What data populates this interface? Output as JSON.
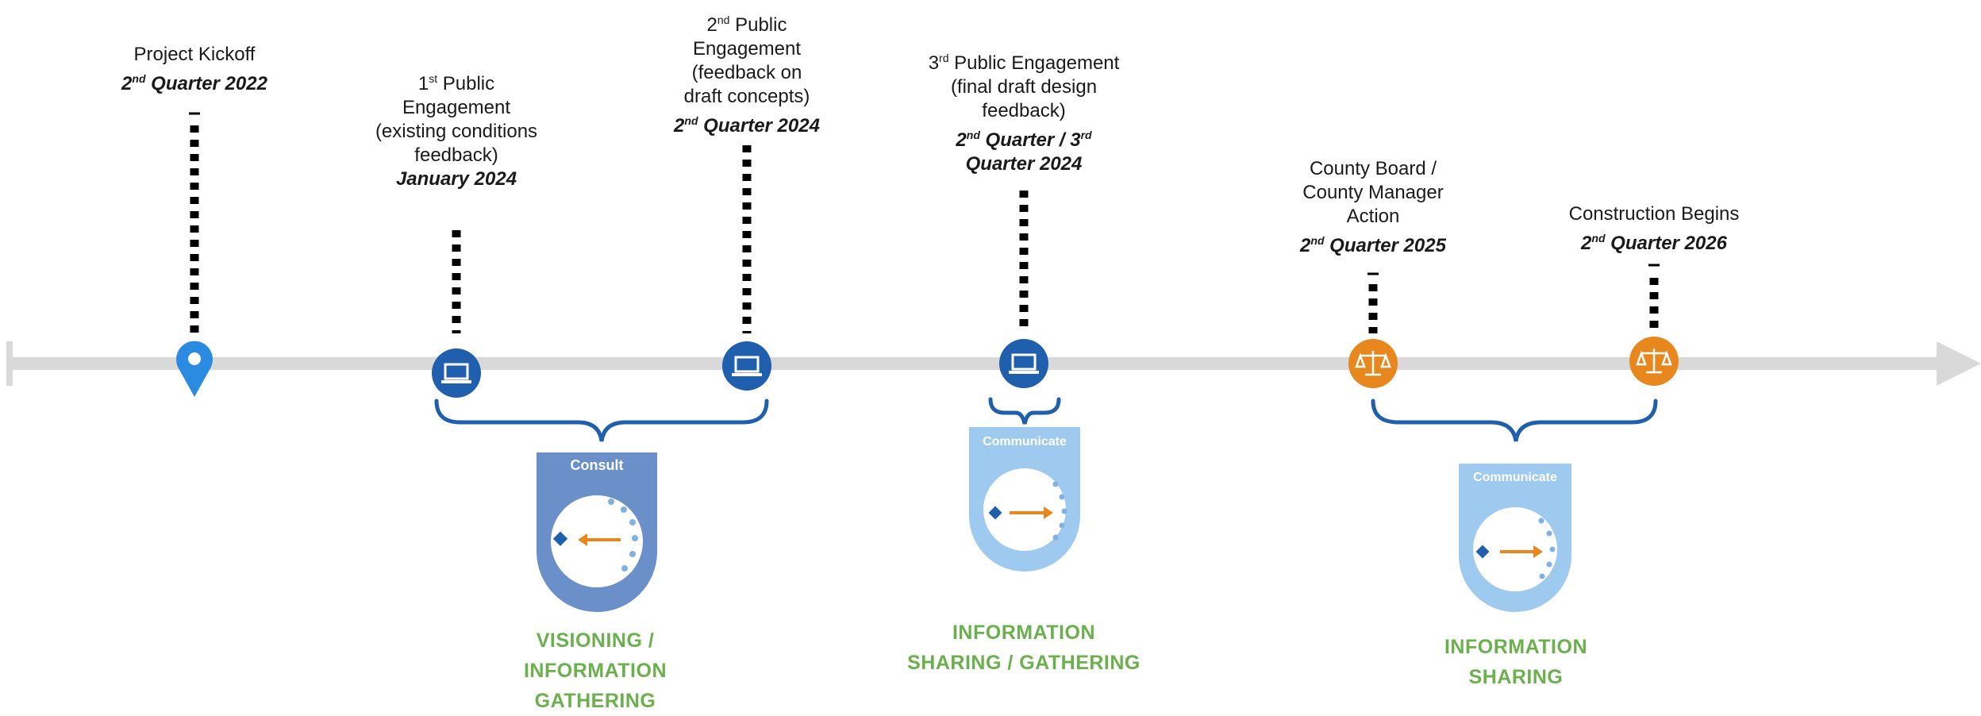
{
  "colors": {
    "axis": "#d9d9d9",
    "dots": "#000000",
    "blue": "#1f5fae",
    "orange": "#e8871e",
    "consult": "#6b8fc9",
    "communicate": "#9fcaf0",
    "phase_text": "#6ab04c"
  },
  "milestones": [
    {
      "title": "Project Kickoff",
      "date_prefix": "2",
      "date_sup": "nd",
      "date_rest": " Quarter 2022",
      "icon": "location-pin-icon"
    },
    {
      "line1_prefix": "1",
      "line1_sup": "st",
      "line1_rest": " Public",
      "line2": "Engagement",
      "line3": "(existing conditions",
      "line4": "feedback)",
      "date": "January 2024",
      "icon": "laptop-icon"
    },
    {
      "line1_prefix": "2",
      "line1_sup": "nd",
      "line1_rest": " Public",
      "line2": "Engagement",
      "line3": "(feedback on",
      "line4": "draft concepts)",
      "date_prefix": "2",
      "date_sup": "nd",
      "date_rest": " Quarter 2024",
      "icon": "laptop-icon"
    },
    {
      "line1_prefix": "3",
      "line1_sup": "rd",
      "line1_rest": " Public Engagement",
      "line2": "(final draft design",
      "line3": "feedback)",
      "date_a_prefix": "2",
      "date_a_sup": "nd",
      "date_a_mid": " Quarter / 3",
      "date_a_sup2": "rd",
      "date_b": "Quarter 2024",
      "icon": "laptop-icon"
    },
    {
      "line1": "County Board /",
      "line2": "County Manager",
      "line3": "Action",
      "date_prefix": "2",
      "date_sup": "nd",
      "date_rest": " Quarter 2025",
      "icon": "scales-icon"
    },
    {
      "line1": "Construction Begins",
      "date_prefix": "2",
      "date_sup": "nd",
      "date_rest": " Quarter 2026",
      "icon": "scales-icon"
    }
  ],
  "badges": {
    "consult": "Consult",
    "communicate1": "Communicate",
    "communicate2": "Communicate"
  },
  "phases": {
    "p1_l1": "VISIONING /",
    "p1_l2": "INFORMATION",
    "p1_l3": "GATHERING",
    "p2_l1": "INFORMATION",
    "p2_l2": "SHARING / GATHERING",
    "p3_l1": "INFORMATION",
    "p3_l2": "SHARING"
  }
}
